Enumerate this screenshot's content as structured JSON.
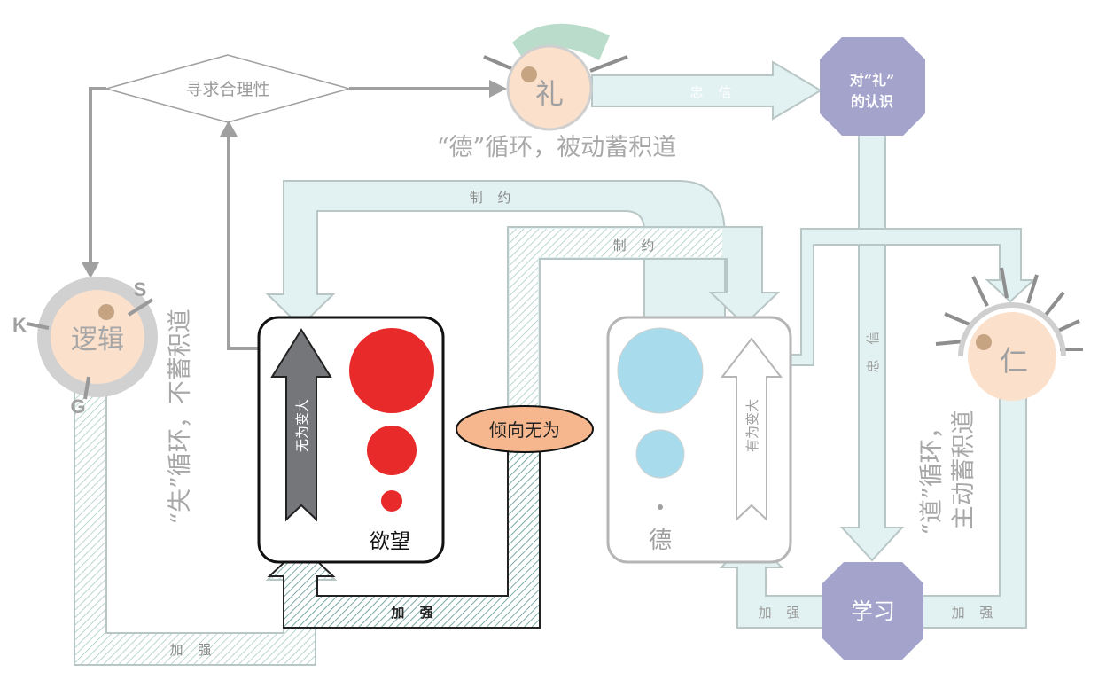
{
  "nodes": {
    "li": "礼",
    "luoji": "逻辑",
    "ren": "仁",
    "de_circle_label": "德",
    "yuwang": "欲望",
    "xunqiu": "寻求合理性",
    "qingxiang": "倾向无为",
    "renshi_line1": "对“礼”",
    "renshi_line2": "的认识",
    "xuexi": "学习"
  },
  "markers": {
    "k": "K",
    "s": "S",
    "g": "G"
  },
  "captions": {
    "de_cycle": "“德”循环，被动蓄积道",
    "shi_cycle": "“失”循环，不蓄积道",
    "dao_cycle_line1": "“道”循环，",
    "dao_cycle_line2": "主动蓄积道"
  },
  "arrow_labels": {
    "zhongxin_top": "忠 信",
    "zhongxin_vertical": "忠 信",
    "zhiyue_1": "制 约",
    "zhiyue_2": "制 约",
    "jiaqiang_left": "加 强",
    "jiaqiang_mid": "加 强",
    "jiaqiang_right1": "加 强",
    "jiaqiang_right2": "加 强",
    "wuwei": "无为变大",
    "youwei": "有为变大"
  },
  "colors": {
    "teal_fill": "#e2f1f1",
    "teal_stroke": "#b9c6c6",
    "octagon": "#a3a3cb",
    "peach": "#fbe0cc",
    "red": "#e82a2a",
    "blue": "#a8dcec",
    "orange": "#f6b78e",
    "gray": "#a0a0a0",
    "dark_gray": "#75767a",
    "arc_green": "#b9dccb"
  }
}
